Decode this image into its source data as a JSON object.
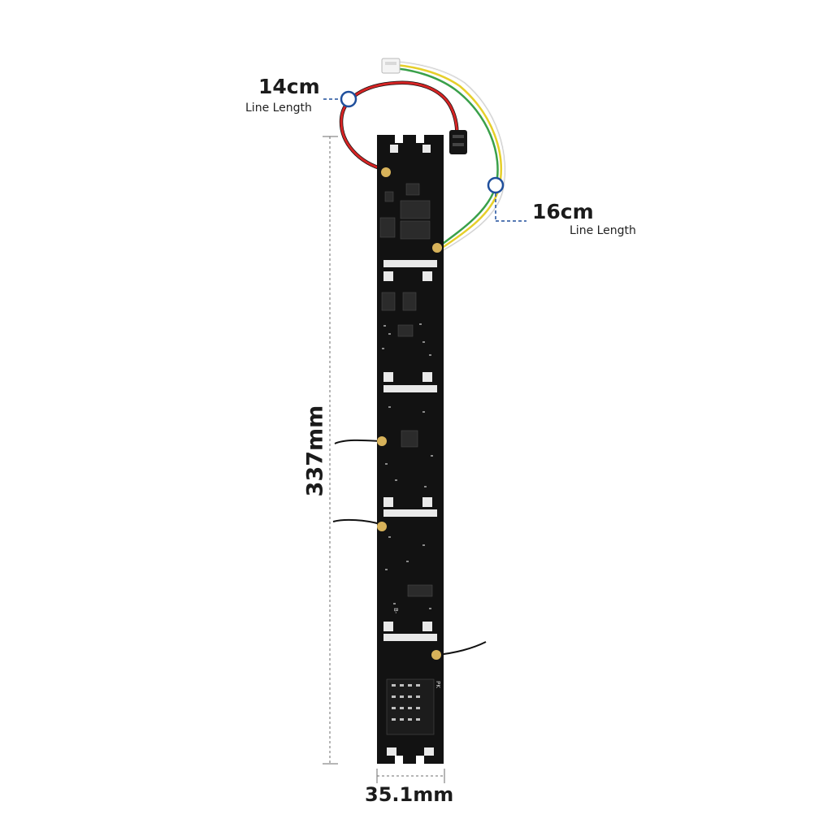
{
  "product": {
    "colors": {
      "pcb": "#121212",
      "pad": "#e9e9e9",
      "solder": "#d7b25a",
      "wire_red": "#d62424",
      "wire_green": "#3aa04a",
      "wire_yellow": "#e6cf2a",
      "wire_white": "#f0f0f0",
      "wire_black": "#111111",
      "marker": "#1f4f9c",
      "dimension_line": "#6d6d6d"
    }
  },
  "dimensions": {
    "cable_1": {
      "value": "14cm",
      "caption": "Line Length"
    },
    "cable_2": {
      "value": "16cm",
      "caption": "Line Length"
    },
    "board_length": {
      "value": "337mm"
    },
    "board_width": {
      "value": "35.1mm"
    }
  },
  "silkscreen": {
    "pk_label": "PK",
    "bottom_label": "B-"
  }
}
